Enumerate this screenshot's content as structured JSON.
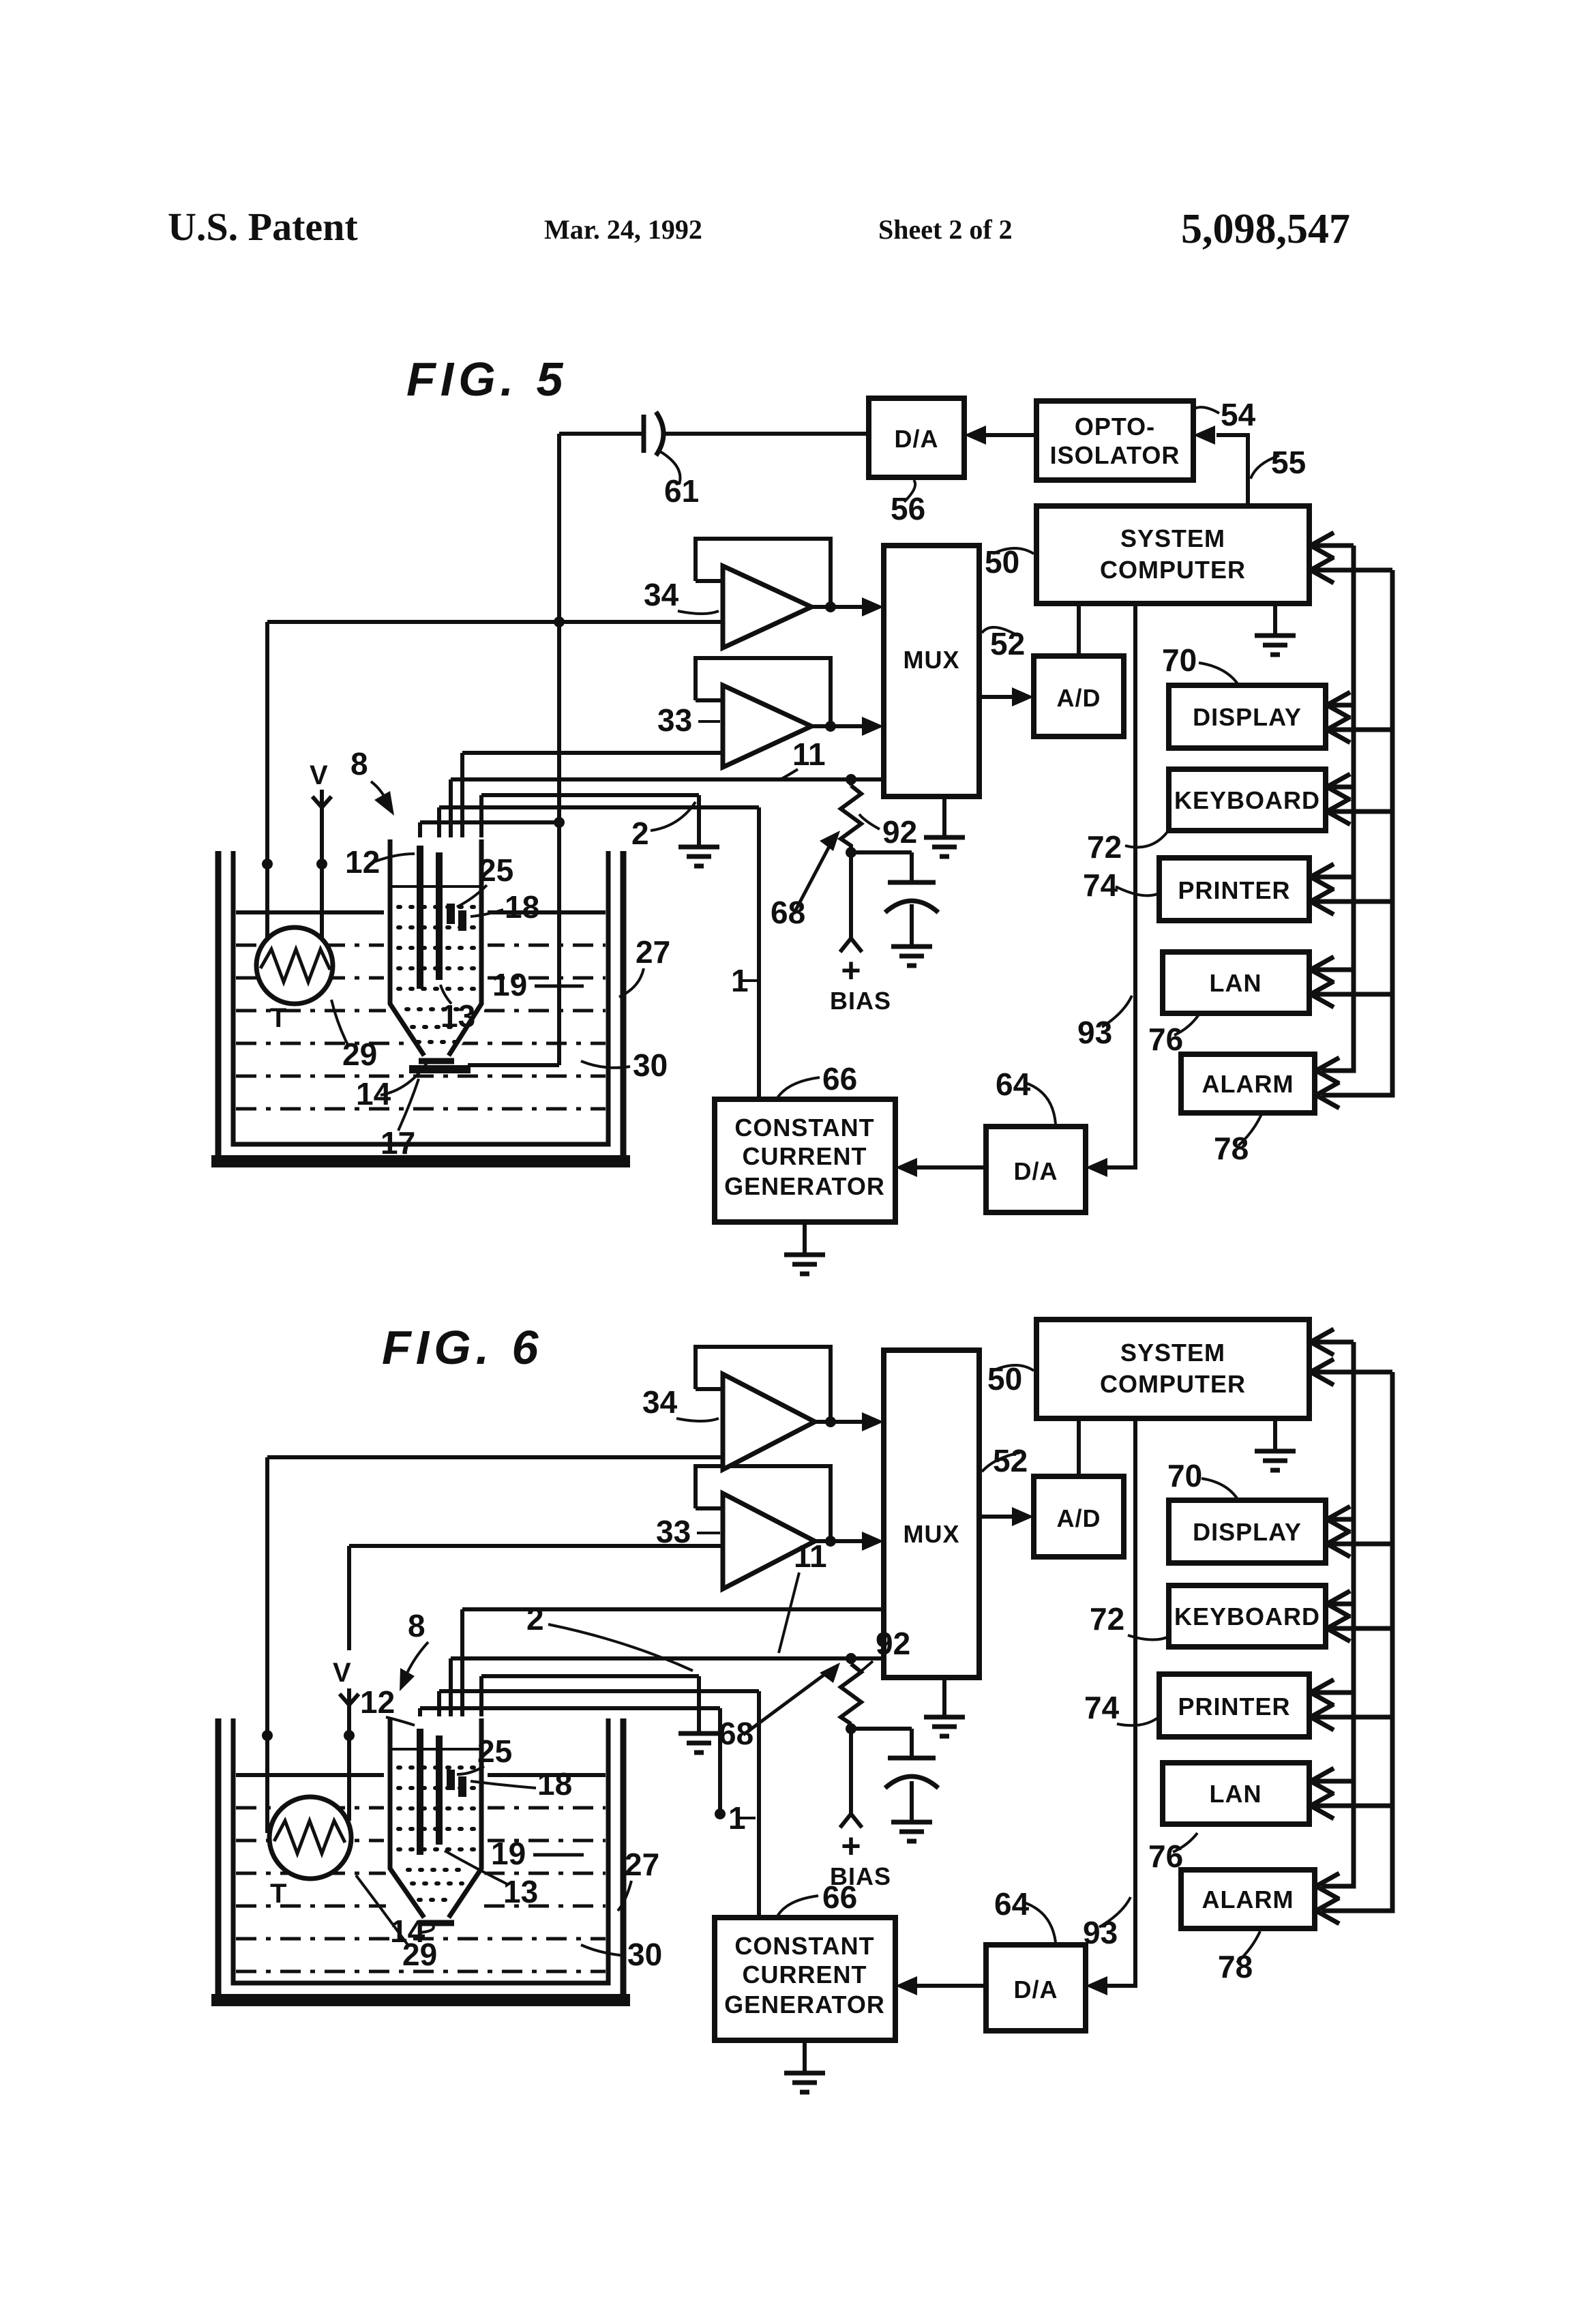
{
  "header": {
    "title": "U.S. Patent",
    "date": "Mar. 24, 1992",
    "sheet": "Sheet 2 of 2",
    "patent_number": "5,098,547"
  },
  "fig5": {
    "title": "FIG. 5",
    "blocks": {
      "da_top": "D/A",
      "opto_line1": "OPTO-",
      "opto_line2": "ISOLATOR",
      "sc_line1": "SYSTEM",
      "sc_line2": "COMPUTER",
      "mux": "MUX",
      "ad": "A/D",
      "display": "DISPLAY",
      "keyboard": "KEYBOARD",
      "printer": "PRINTER",
      "lan": "LAN",
      "alarm": "ALARM",
      "da_bottom": "D/A",
      "ccg_line1": "CONSTANT",
      "ccg_line2": "CURRENT",
      "ccg_line3": "GENERATOR",
      "bias_plus": "+",
      "bias": "BIAS"
    },
    "refs": {
      "r8": "8",
      "r12": "12",
      "r25": "25",
      "r18": "18",
      "r19": "19",
      "r13": "13",
      "r14": "14",
      "r17": "17",
      "r29": "29",
      "r27": "27",
      "r30": "30",
      "r2": "2",
      "rV": "V",
      "rT": "T",
      "r33": "33",
      "r34": "34",
      "r11": "11",
      "r92": "92",
      "r68": "68",
      "r61": "61",
      "r56": "56",
      "r54": "54",
      "r55": "55",
      "r50": "50",
      "r52": "52",
      "r70": "70",
      "r72": "72",
      "r74": "74",
      "r76": "76",
      "r78": "78",
      "r93": "93",
      "r64": "64",
      "r66": "66",
      "r1": "1"
    }
  },
  "fig6": {
    "title": "FIG. 6",
    "blocks": {
      "sc_line1": "SYSTEM",
      "sc_line2": "COMPUTER",
      "mux": "MUX",
      "ad": "A/D",
      "display": "DISPLAY",
      "keyboard": "KEYBOARD",
      "printer": "PRINTER",
      "lan": "LAN",
      "alarm": "ALARM",
      "da_bottom": "D/A",
      "ccg_line1": "CONSTANT",
      "ccg_line2": "CURRENT",
      "ccg_line3": "GENERATOR",
      "bias_plus": "+",
      "bias": "BIAS"
    },
    "refs": {
      "r8": "8",
      "r12": "12",
      "r25": "25",
      "r18": "18",
      "r19": "19",
      "r13": "13",
      "r14": "14",
      "r29": "29",
      "r27": "27",
      "r30": "30",
      "r2": "2",
      "rV": "V",
      "rT": "T",
      "r33": "33",
      "r34": "34",
      "r11": "11",
      "r92": "92",
      "r68": "68",
      "r50": "50",
      "r52": "52",
      "r70": "70",
      "r72": "72",
      "r74": "74",
      "r76": "76",
      "r78": "78",
      "r93": "93",
      "r64": "64",
      "r66": "66",
      "r1": "1"
    }
  }
}
